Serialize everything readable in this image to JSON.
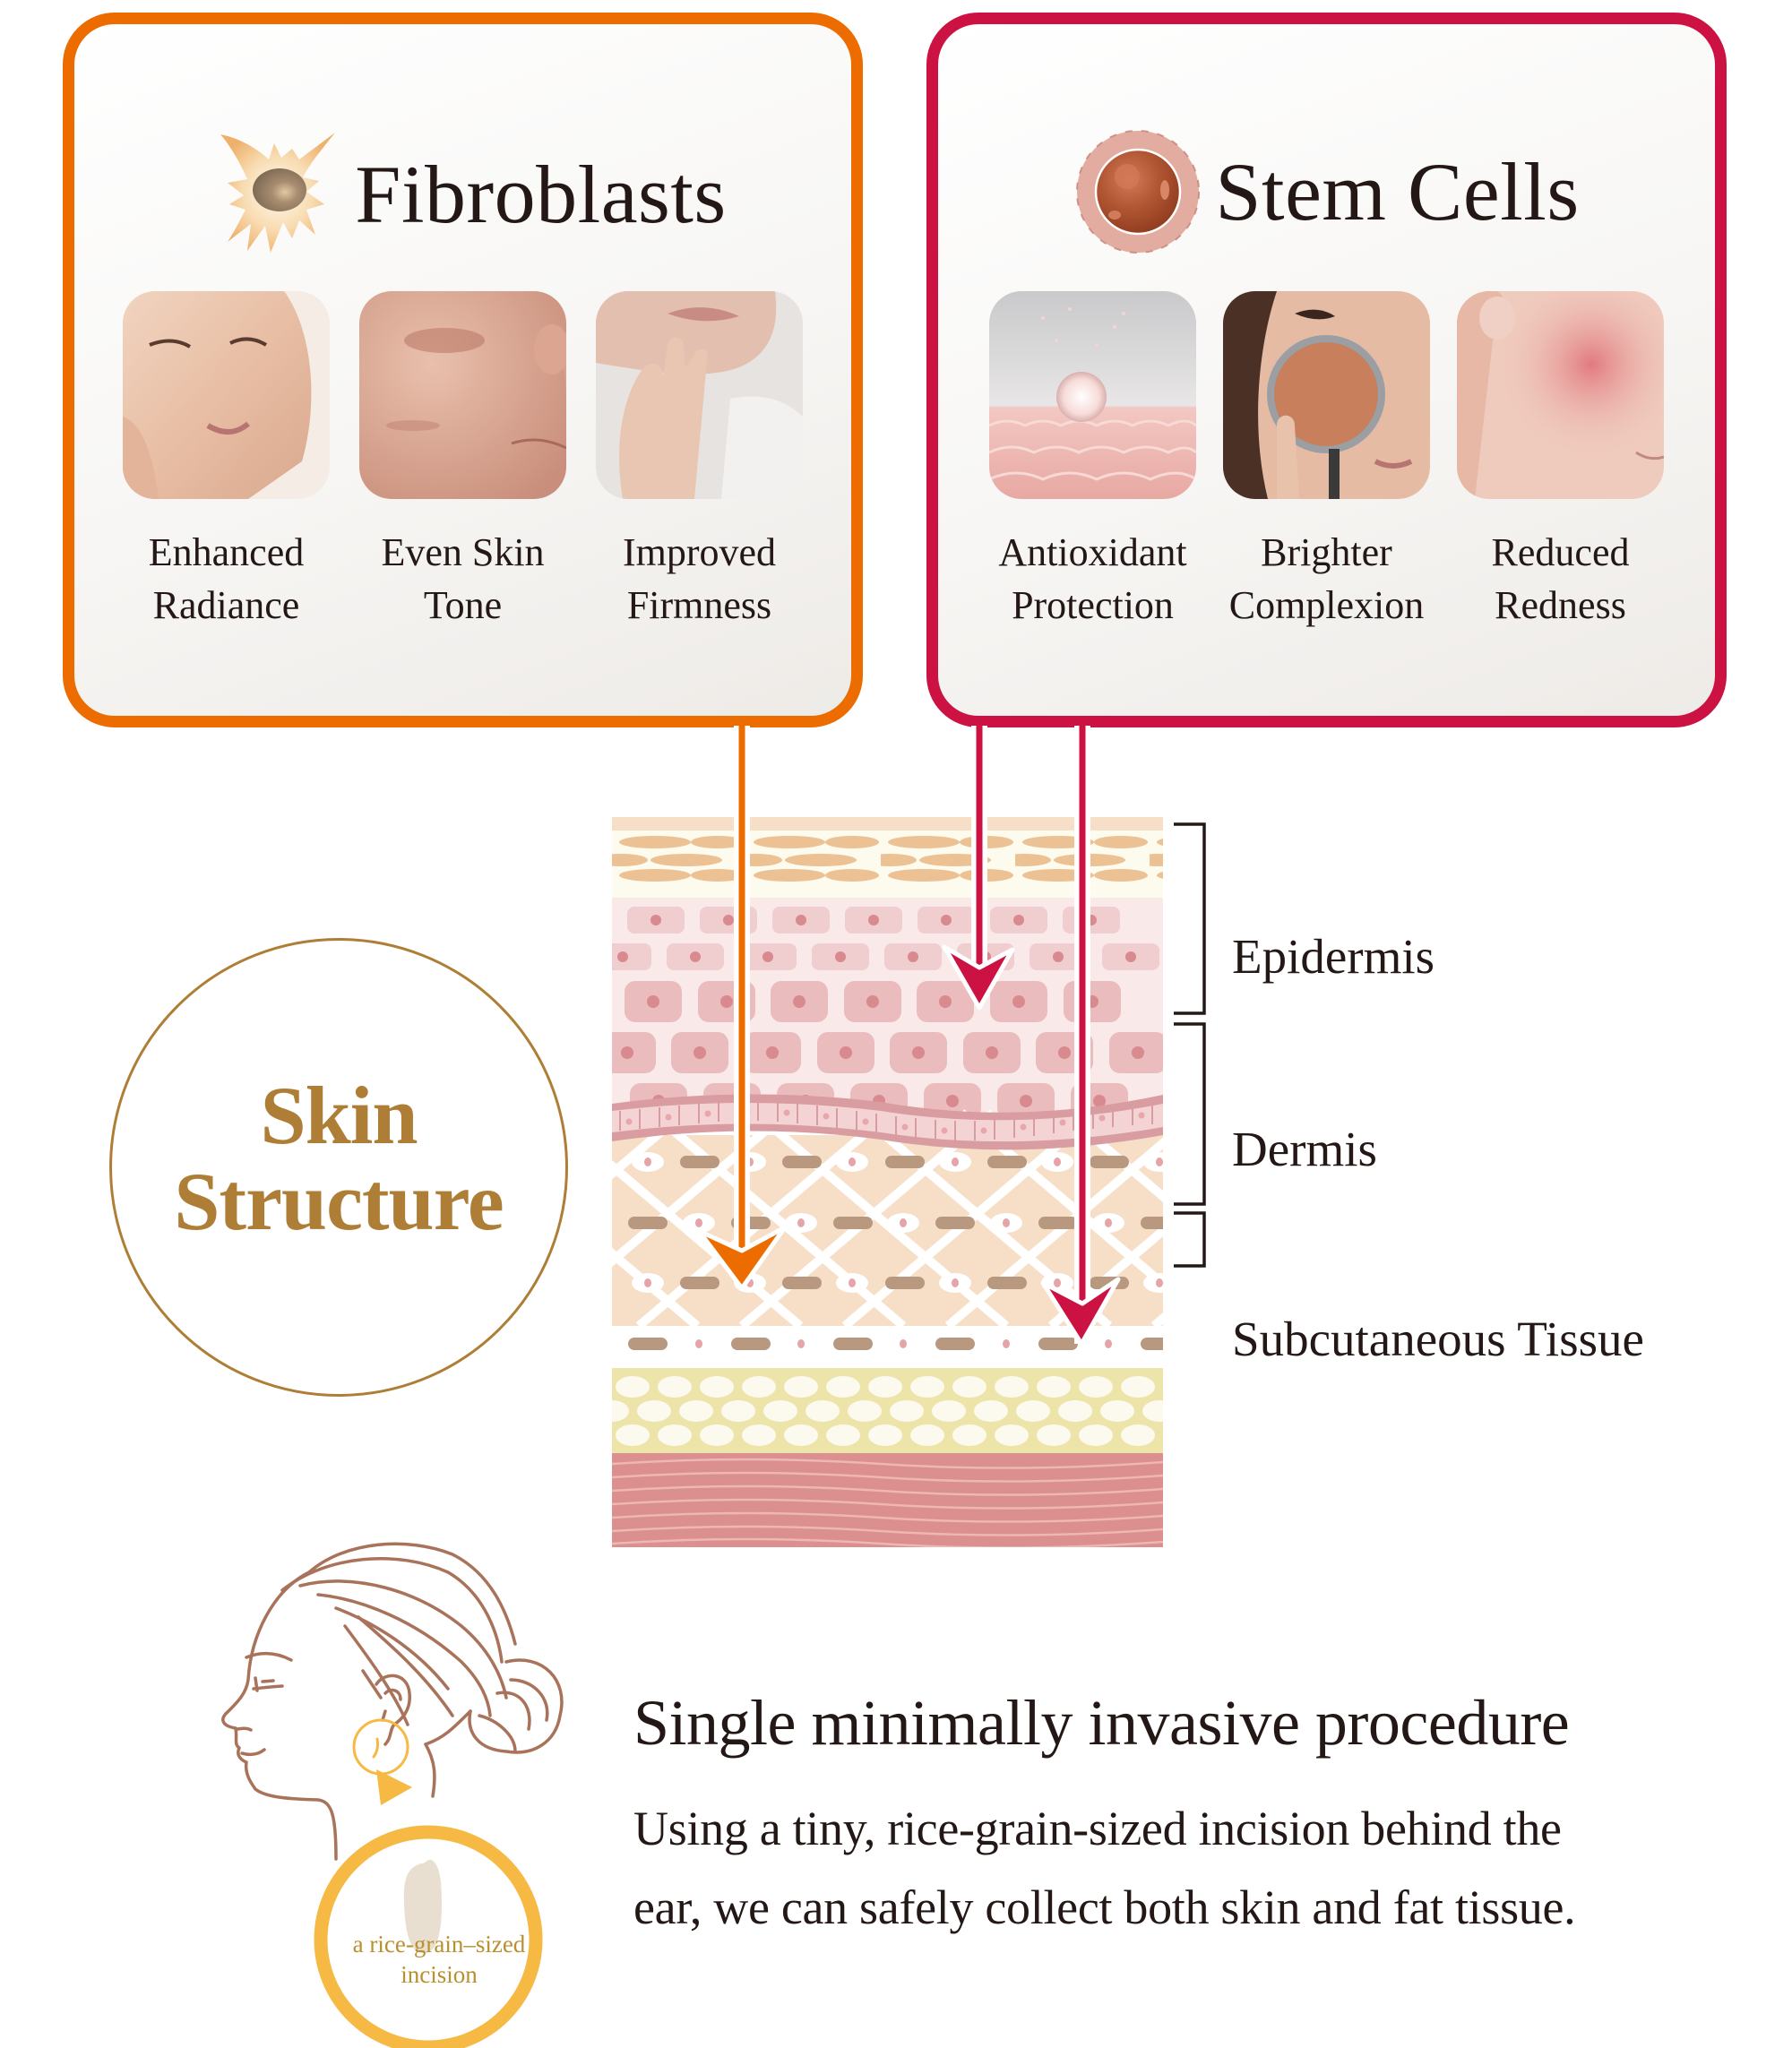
{
  "colors": {
    "fibroblast_accent": "#EC6C00",
    "stem_cell_accent": "#CC1242",
    "skin_structure_gold": "#AE7E36",
    "incision_yellow": "#F5B944",
    "text": "#231815"
  },
  "fibroblasts": {
    "title": "Fibroblasts",
    "icon": "fibroblast-cell-icon",
    "benefits": [
      {
        "line1": "Enhanced",
        "line2": "Radiance",
        "image": "woman-glowing-face-photo"
      },
      {
        "line1": "Even Skin",
        "line2": "Tone",
        "image": "cheek-pigmentation-photo"
      },
      {
        "line1": "Improved",
        "line2": "Firmness",
        "image": "hand-on-jaw-photo"
      }
    ]
  },
  "stem_cells": {
    "title": "Stem Cells",
    "icon": "stem-cell-icon",
    "benefits": [
      {
        "line1": "Antioxidant",
        "line2": "Protection",
        "image": "serum-droplet-on-cells-image"
      },
      {
        "line1": "Brighter",
        "line2": "Complexion",
        "image": "magnifying-glass-skin-photo"
      },
      {
        "line1": "Reduced",
        "line2": "Redness",
        "image": "red-cheek-photo"
      }
    ]
  },
  "skin_structure": {
    "title_line1": "Skin",
    "title_line2": "Structure",
    "layers": [
      {
        "name": "Epidermis"
      },
      {
        "name": "Dermis"
      },
      {
        "name": "Subcutaneous Tissue"
      }
    ],
    "arrows": [
      {
        "from": "Fibroblasts",
        "to": "Dermis",
        "color": "#EC6C00"
      },
      {
        "from": "Stem Cells",
        "to": "Epidermis",
        "color": "#CC1242"
      },
      {
        "from": "Stem Cells",
        "to": "Dermis",
        "color": "#CC1242"
      }
    ]
  },
  "incision": {
    "caption_line1": "a rice-grain–sized",
    "caption_line2": "incision"
  },
  "procedure": {
    "title": "Single minimally invasive procedure",
    "body_line1": "Using a tiny, rice-grain-sized incision behind the",
    "body_line2": "ear, we can safely collect both skin and fat tissue."
  }
}
